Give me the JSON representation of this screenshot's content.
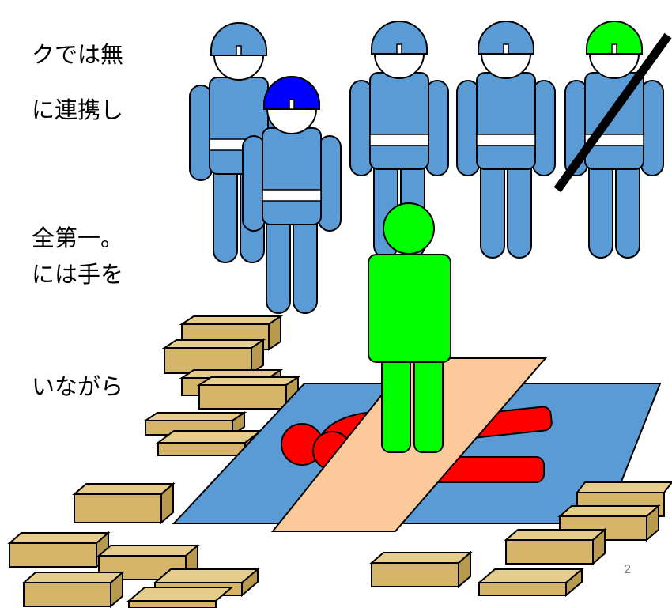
{
  "slide": {
    "text_lines": [
      "クでは無",
      "に連携し",
      "全第一。",
      "には手を",
      "いながら"
    ],
    "page_number": "2"
  },
  "colors": {
    "rescuer_blue": "#5b9bd5",
    "helmet_dark_blue": "#0000ff",
    "helmet_green": "#00ff00",
    "rescue_person_green": "#00ff00",
    "victim_red": "#ff0000",
    "tarp_blue": "#5b9bd5",
    "board_peach": "#fbc99a",
    "rubble_tan": "#d4b56a",
    "outline": "#000000"
  },
  "icons": {
    "rescuers": "standing-rescuer-figure",
    "crossed_out_rescuer": "excluded-rescuer-slash",
    "victim": "lying-victim-figure",
    "rubble": "wooden-plank-debris"
  }
}
